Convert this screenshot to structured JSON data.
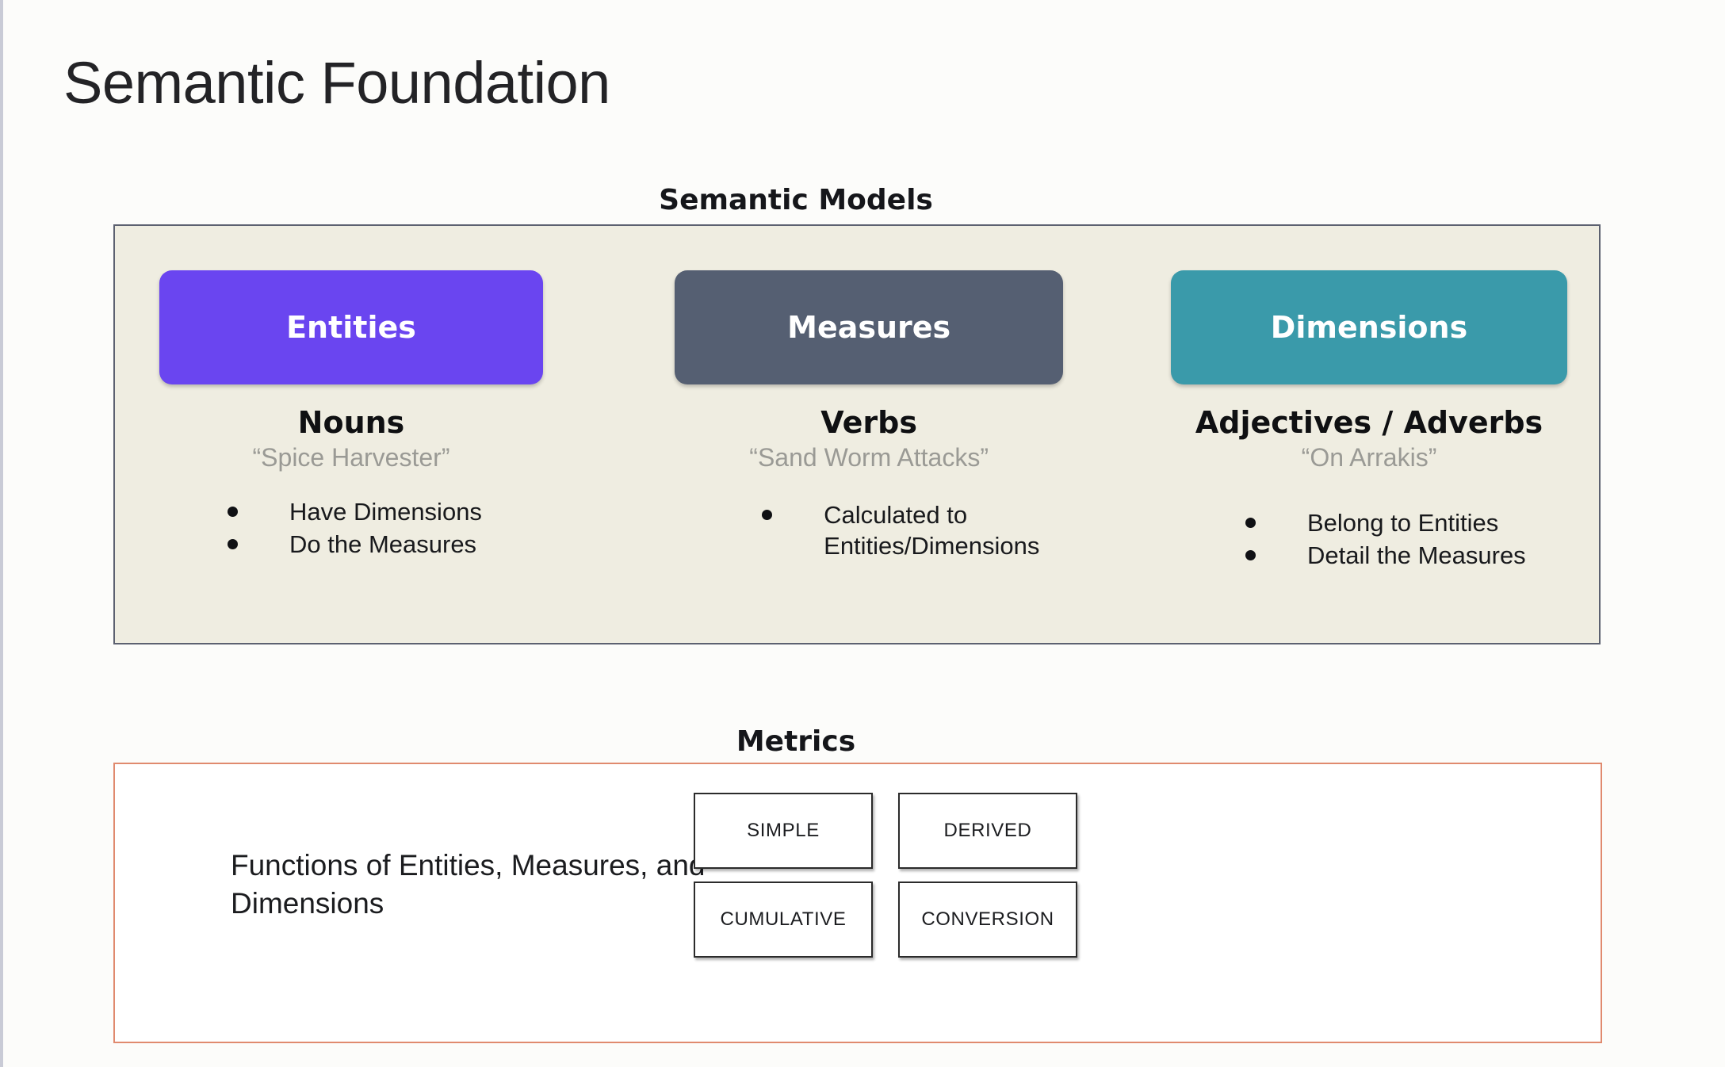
{
  "page": {
    "title": "Semantic Foundation",
    "background_color": "#FCFCFA"
  },
  "semantic_models": {
    "header": "Semantic Models",
    "panel_bg": "#EFEDE1",
    "panel_border": "#5C6170",
    "columns": [
      {
        "chip_label": "Entities",
        "chip_color": "#6A45F0",
        "heading": "Nouns",
        "quote": "“Spice Harvester”",
        "bullets": [
          "Have Dimensions",
          "Do the Measures"
        ]
      },
      {
        "chip_label": "Measures",
        "chip_color": "#555F72",
        "heading": "Verbs",
        "quote": "“Sand Worm Attacks”",
        "bullets": [
          "Calculated to Entities/Dimensions"
        ]
      },
      {
        "chip_label": "Dimensions",
        "chip_color": "#3A9AAA",
        "heading": "Adjectives / Adverbs",
        "quote": "“On Arrakis”",
        "bullets": [
          "Belong to Entities",
          "Detail the Measures"
        ]
      }
    ]
  },
  "metrics": {
    "header": "Metrics",
    "panel_border": "#E08A6E",
    "description": "Functions of Entities, Measures, and Dimensions",
    "types": [
      "SIMPLE",
      "DERIVED",
      "CUMULATIVE",
      "CONVERSION"
    ]
  }
}
